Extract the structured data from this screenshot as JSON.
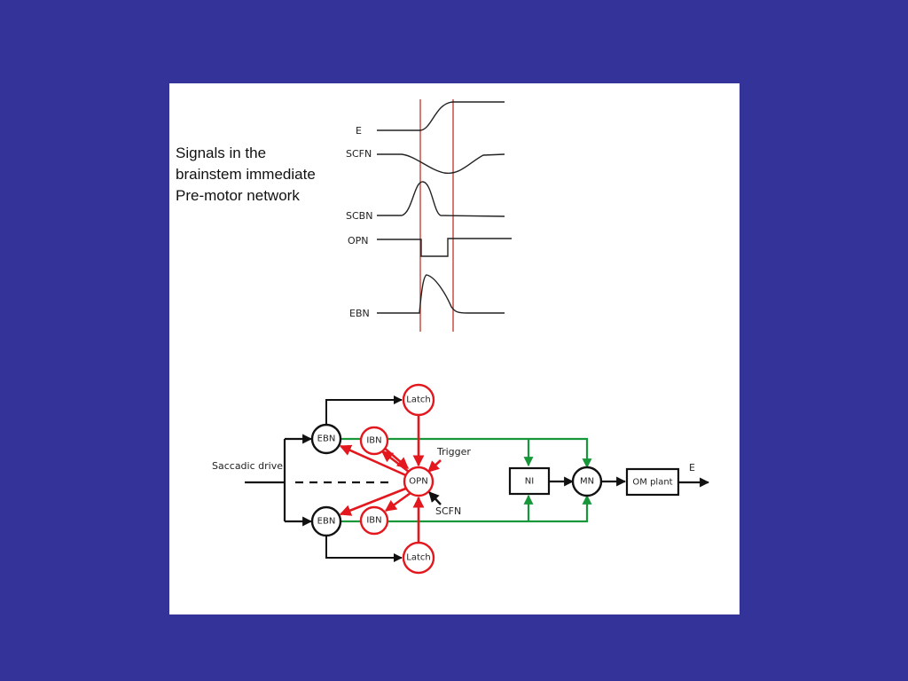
{
  "slide": {
    "title_lines": [
      "Signals in the",
      "brainstem immediate",
      "Pre-motor network"
    ]
  },
  "traces": {
    "labels": [
      "E",
      "SCFN",
      "SCBN",
      "OPN",
      "EBN"
    ]
  },
  "network": {
    "input_label": "Saccadic drive",
    "nodes": {
      "ebn_top": "EBN",
      "ebn_bottom": "EBN",
      "ibn_top": "IBN",
      "ibn_bottom": "IBN",
      "latch_top": "Latch",
      "latch_bottom": "Latch",
      "opn": "OPN",
      "ni": "NI",
      "mn": "MN",
      "om_plant": "OM plant"
    },
    "trigger_label": "Trigger",
    "scfn_label": "SCFN",
    "output_label": "E"
  },
  "colors": {
    "background": "#343399",
    "panel": "#ffffff",
    "inhibitory": "#e3181f",
    "excitatory_green": "#17963a",
    "marker_lines": "#c2332a",
    "ink": "#111111"
  }
}
